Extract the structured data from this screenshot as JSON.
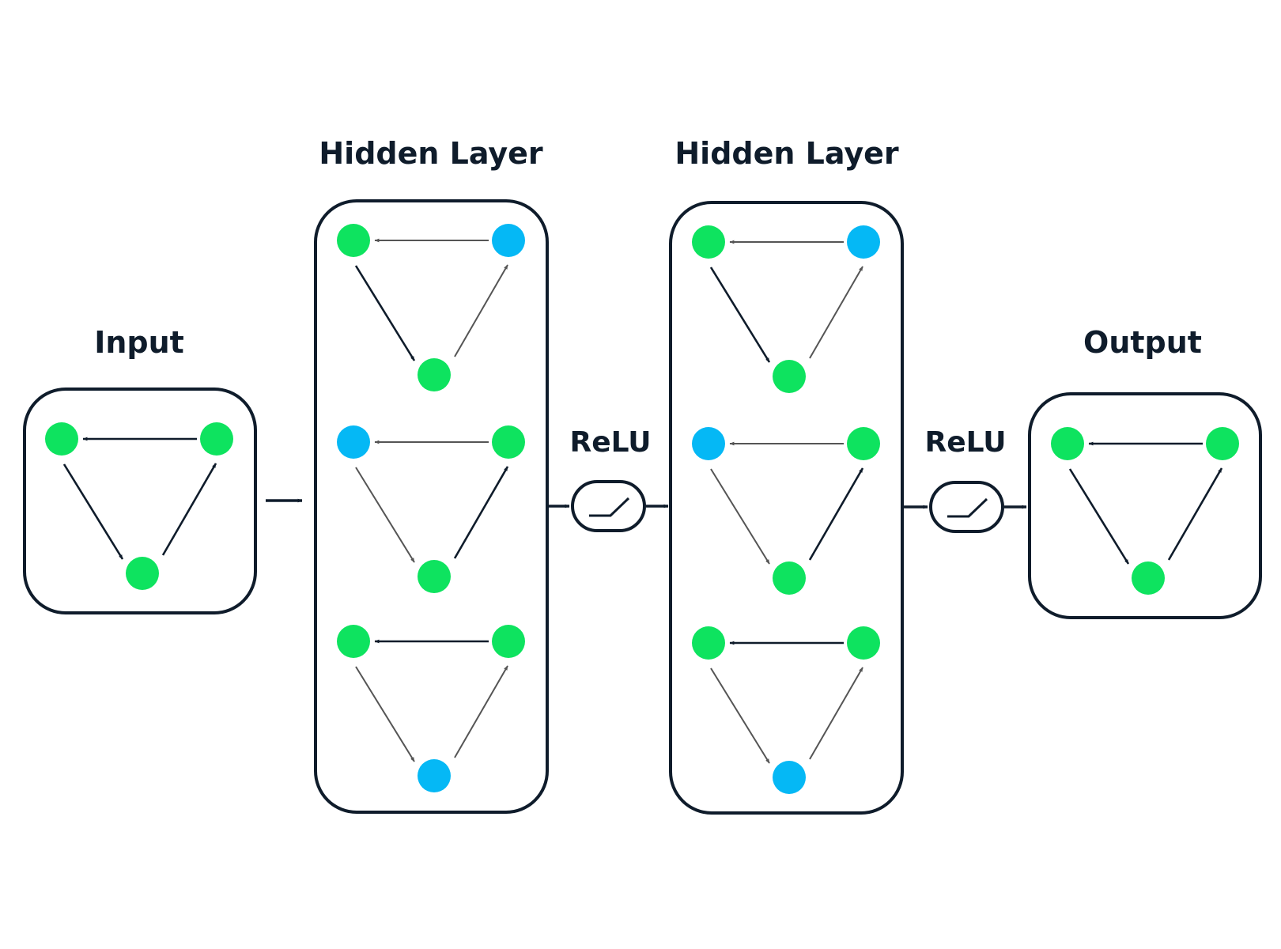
{
  "labels": {
    "input": "Input",
    "hidden_1": "Hidden Layer",
    "hidden_2": "Hidden Layer",
    "relu_1": "ReLU",
    "relu_2": "ReLU",
    "output": "Output"
  },
  "colors": {
    "node_green": "#0ee35f",
    "node_blue": "#05b8f5",
    "frame_stroke": "#0f1c2b",
    "edge_dark": "#0f1c2b",
    "edge_gray": "#555555"
  },
  "graphs": {
    "input": {
      "nodes": [
        "green",
        "green",
        "green"
      ],
      "edges": [
        "dark",
        "dark",
        "dark"
      ]
    },
    "hidden_1": [
      {
        "nodes": [
          "green",
          "blue",
          "green"
        ],
        "edges": [
          "gray",
          "dark",
          "gray"
        ]
      },
      {
        "nodes": [
          "blue",
          "green",
          "green"
        ],
        "edges": [
          "gray",
          "gray",
          "dark"
        ]
      },
      {
        "nodes": [
          "green",
          "green",
          "blue"
        ],
        "edges": [
          "dark",
          "gray",
          "gray"
        ]
      }
    ],
    "hidden_2": [
      {
        "nodes": [
          "green",
          "blue",
          "green"
        ],
        "edges": [
          "gray",
          "dark",
          "gray"
        ]
      },
      {
        "nodes": [
          "blue",
          "green",
          "green"
        ],
        "edges": [
          "gray",
          "gray",
          "dark"
        ]
      },
      {
        "nodes": [
          "green",
          "green",
          "blue"
        ],
        "edges": [
          "dark",
          "gray",
          "gray"
        ]
      }
    ],
    "output": {
      "nodes": [
        "green",
        "green",
        "green"
      ],
      "edges": [
        "dark",
        "dark",
        "dark"
      ]
    }
  }
}
